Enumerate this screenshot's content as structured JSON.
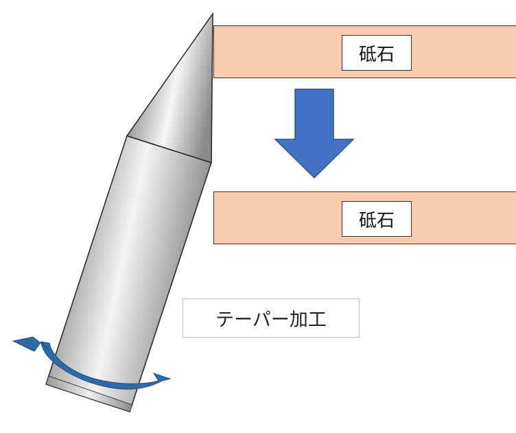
{
  "stone_top": {
    "label": "砥石",
    "color": "#f8cbad"
  },
  "stone_bottom": {
    "label": "砥石",
    "color": "#f8cbad"
  },
  "caption": "テーパー加工",
  "arrow": {
    "color": "#4472c4",
    "icon": "down-arrow-icon"
  },
  "rotation_arrow": {
    "color": "#2e6aa8",
    "icon": "rotation-arrow-icon"
  },
  "tool": {
    "icon": "tapered-tool-icon",
    "color": "#b0b0b0"
  }
}
